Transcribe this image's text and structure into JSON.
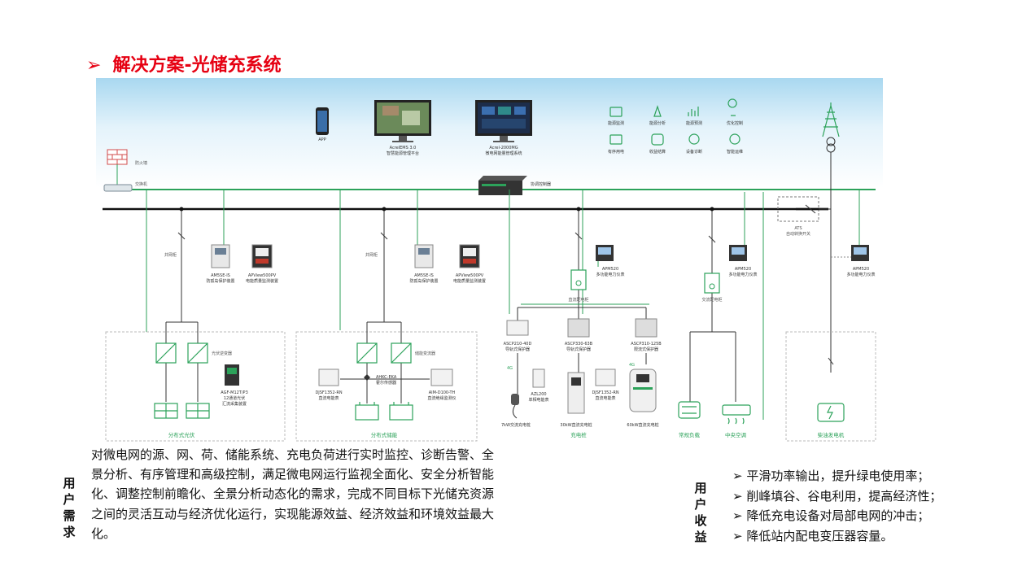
{
  "title": "解决方案-光储充系统",
  "title_marker": "➢",
  "diagram": {
    "firewall": "防火墙",
    "switch": "交换机",
    "app": "APP",
    "platform1": [
      "AcrelEMS 3.0",
      "智慧能源管理平台"
    ],
    "platform2": [
      "Acrel-2000MG",
      "微电网能量管理系统"
    ],
    "functions": [
      "能源监测",
      "能源分析",
      "能源预测",
      "优化控制",
      "有序用电",
      "收益结算",
      "设备诊断",
      "智能运维"
    ],
    "coordinator": "协调控制器",
    "ats": [
      "ATS",
      "自动转换开关"
    ],
    "grid_cabinet": "并网柜",
    "pv_protect": [
      "AM5SE-IS",
      "防孤岛保护装置"
    ],
    "pv_quality": [
      "APView500PV",
      "电能质量监测装置"
    ],
    "es_protect": [
      "AM5SE-IS",
      "防孤岛保护装置"
    ],
    "es_quality": [
      "APView500PV",
      "电能质量监测装置"
    ],
    "meter1": [
      "APM520",
      "多功能电力仪表"
    ],
    "meter2": [
      "APM520",
      "多功能电力仪表"
    ],
    "meter3": [
      "APM520",
      "多功能电力仪表"
    ],
    "dc_cabinet": "直流配电柜",
    "ac_cabinet": "交流配电柜",
    "pv_inverter": "光伏逆变器",
    "pv_collector": [
      "AGF-M12T/P3",
      "12通道光伏",
      "汇流采集装置"
    ],
    "pv_area": "分布式光伏",
    "es_converter": "储能变流器",
    "es_sensor": [
      "AHKC-EKA",
      "霍尔传感器"
    ],
    "es_meter": [
      "DJSF1352-RN",
      "直流电能表"
    ],
    "es_monitor": [
      "AIM-D100-TH",
      "直流绝缘监测仪"
    ],
    "es_area": "分布式储能",
    "breaker1": [
      "ASCP210-40D",
      "导轨式保护器"
    ],
    "breaker2": [
      "ASCP330-63B",
      "导轨式保护器"
    ],
    "breaker3": [
      "ASCP310-125B",
      "限流式保护器"
    ],
    "signal_4g": "4G",
    "azl": [
      "AZL200",
      "单相电能表"
    ],
    "dc_meter": [
      "DJSF1352-RN",
      "直流电能表"
    ],
    "pile_ac": "7kW交流充电桩",
    "pile_dc": "30kW直流充电桩",
    "pile_dc2": "60kW直流充电桩",
    "charging_area": "充电桩",
    "load_normal": "常规负载",
    "load_ac": "中央空调",
    "diesel": "柴油发电机"
  },
  "needs_label": "用户需求",
  "needs_text": "对微电网的源、网、荷、储能系统、充电负荷进行实时监控、诊断告警、全景分析、有序管理和高级控制，满足微电网运行监视全面化、安全分析智能化、调整控制前瞻化、全景分析动态化的需求，完成不同目标下光储充资源之间的灵活互动与经济优化运行，实现能源效益、经济效益和环境效益最大化。",
  "benefits_label": "用户收益",
  "benefits": [
    "➢ 平滑功率输出，提升绿电使用率；",
    "➢ 削峰填谷、谷电利用，提高经济性；",
    "➢ 降低充电设备对局部电网的冲击；",
    "➢ 降低站内配电变压器容量。"
  ],
  "colors": {
    "accent_red": "#e60012",
    "green": "#2ca25a",
    "sky": "#bfe3f5"
  }
}
